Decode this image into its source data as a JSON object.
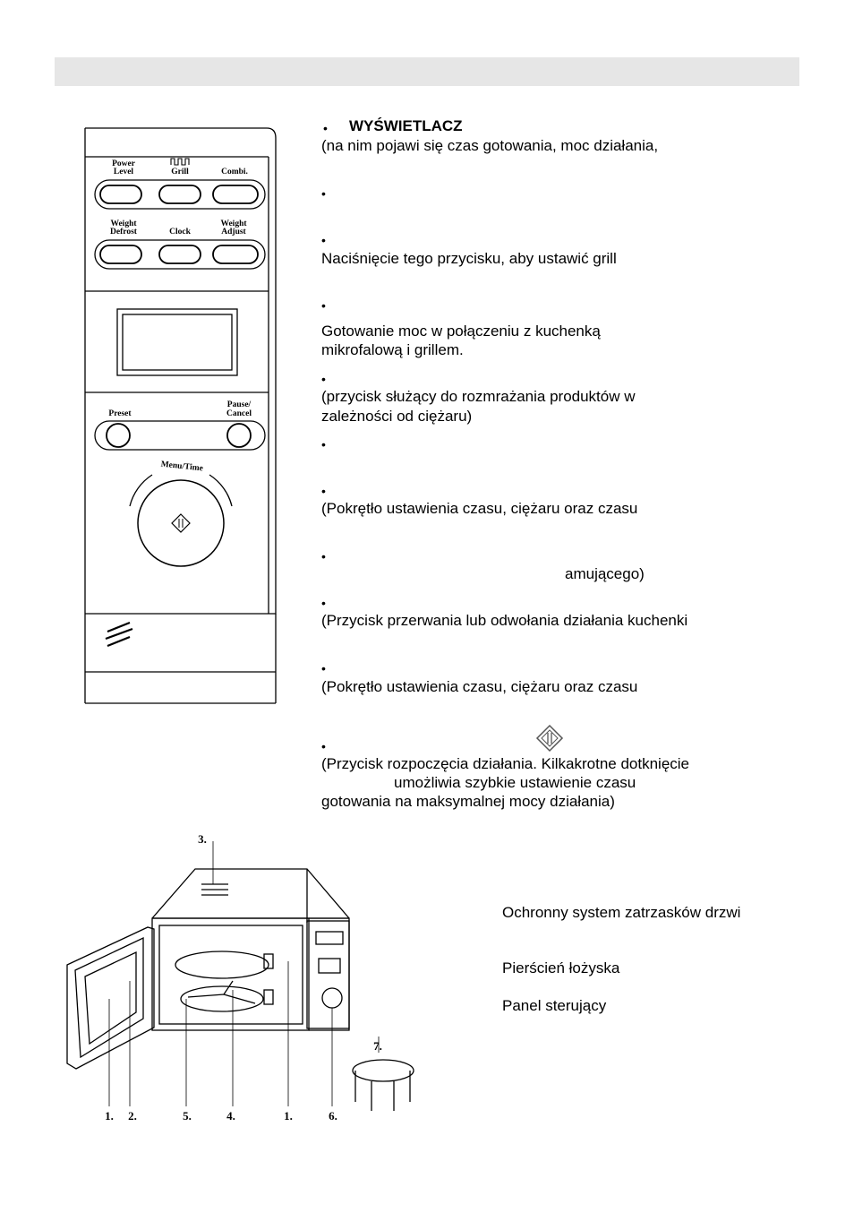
{
  "header": {
    "title": ""
  },
  "control_panel": {
    "btn_power_level": "Power Level",
    "btn_power_level_l1": "Power",
    "btn_power_level_l2": "Level",
    "btn_grill": "Grill",
    "btn_combi": "Combi.",
    "btn_weight_defrost_l1": "Weight",
    "btn_weight_defrost_l2": "Defrost",
    "btn_clock": "Clock",
    "btn_weight_adjust_l1": "Weight",
    "btn_weight_adjust_l2": "Adjust",
    "btn_preset": "Preset",
    "btn_pause_l1": "Pause/",
    "btn_pause_l2": "Cancel",
    "dial_label": "Menu/Time"
  },
  "descriptions": [
    {
      "bullet": "•",
      "lines": [
        "WYŚWIETLACZ",
        "(na nim pojawi się czas gotowania, moc działania,"
      ]
    },
    {
      "bullet": "•",
      "lines": []
    },
    {
      "bullet": "•",
      "lines": [
        " Naciśnięcie tego przycisku, aby ustawić grill"
      ]
    },
    {
      "bullet": "•",
      "lines": [
        " Gotowanie moc w połączeniu z kuchenką",
        "mikrofalową i grillem."
      ]
    },
    {
      "bullet": "•",
      "lines": [
        "(przycisk służący do rozmrażania produktów w",
        "zależności od ciężaru)"
      ]
    },
    {
      "bullet": "•",
      "lines": []
    },
    {
      "bullet": "•",
      "lines": [
        "(Pokrętło ustawienia czasu, ciężaru oraz czasu"
      ]
    },
    {
      "bullet": "•",
      "lines": [
        "amującego)"
      ]
    },
    {
      "bullet": "•",
      "lines": [
        "(Przycisk przerwania lub odwołania działania kuchenki"
      ]
    },
    {
      "bullet": "•",
      "lines": [
        "(Pokrętło ustawienia czasu, ciężaru oraz czasu"
      ]
    },
    {
      "bullet": "•",
      "lines": [
        "(Przycisk rozpoczęcia działania. Kilkakrotne dotknięcie",
        "umożliwia szybkie ustawienie czasu",
        "gotowania na maksymalnej mocy działania)"
      ]
    }
  ],
  "parts_list": [
    "Ochronny system zatrzasków drzwi",
    "Pierścień łożyska",
    "Panel sterujący"
  ],
  "callouts": [
    "1.",
    "2.",
    "5.",
    "4.",
    "1.",
    "6.",
    "3.",
    "7."
  ]
}
